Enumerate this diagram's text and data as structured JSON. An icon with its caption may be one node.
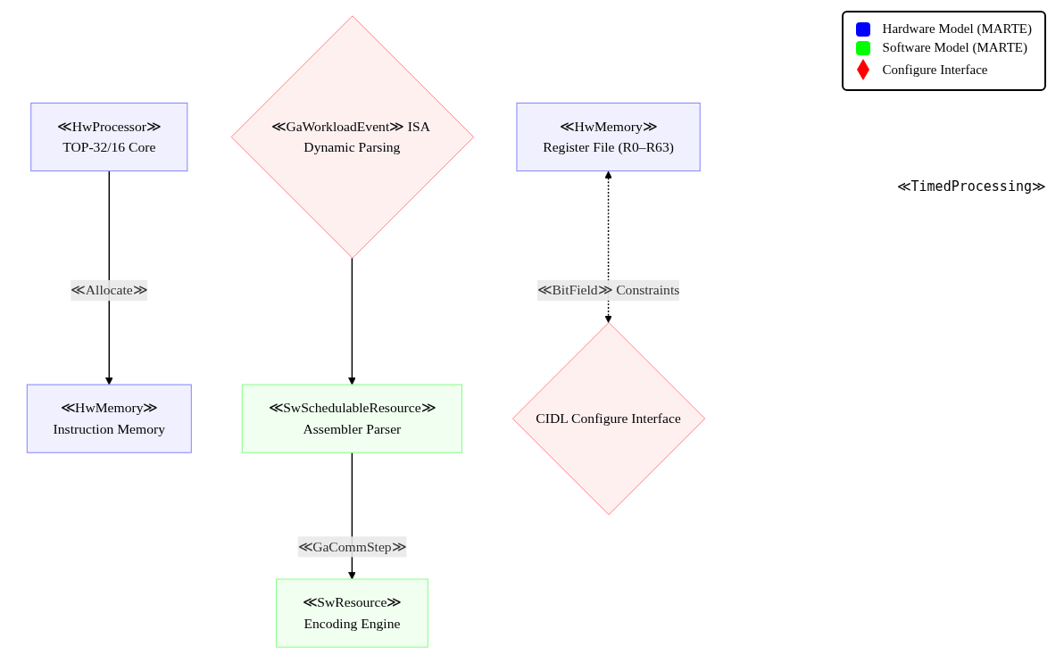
{
  "diagram": {
    "nodes": [
      {
        "text": [
          "≪HwProcessor≫",
          "TOP-32/16 Core"
        ]
      },
      {
        "text": [
          "≪HwMemory≫",
          "Instruction Memory"
        ]
      },
      {
        "text": [
          "≪SwResource≫",
          "Encoding Engine"
        ]
      },
      {
        "text": [
          "≪SwSchedulableResource≫",
          "Assembler Parser"
        ]
      },
      {
        "text": [
          "≪HwMemory≫",
          "Register File (R0–R63)"
        ]
      },
      {
        "text": [
          "≪GaWorkloadEvent≫ ISA Dynamic Parsing"
        ]
      },
      {
        "text": [
          "CIDL Configure Interface"
        ]
      }
    ],
    "edges": [
      {
        "from": 0,
        "to": 1,
        "arrow": "to",
        "label": "≪Allocate≫"
      },
      {
        "from": 3,
        "to": 2,
        "arrow": "to",
        "label": "≪GaCommStep≫"
      },
      {
        "from": 5,
        "to": 3,
        "arrow": "to"
      },
      {
        "from": 4,
        "to": 6,
        "arrow": "both",
        "style": "dashed",
        "label": "≪BitField≫ Constraints"
      }
    ],
    "labels": [
      "≪TimedProcessing≫"
    ],
    "legend": [
      {
        "text": "Hardware Model (MARTE)",
        "color": "#0000ff"
      },
      {
        "text": "Software Model (MARTE)",
        "color": "#00ff00"
      },
      {
        "text": "Configure Interface"
      }
    ]
  }
}
